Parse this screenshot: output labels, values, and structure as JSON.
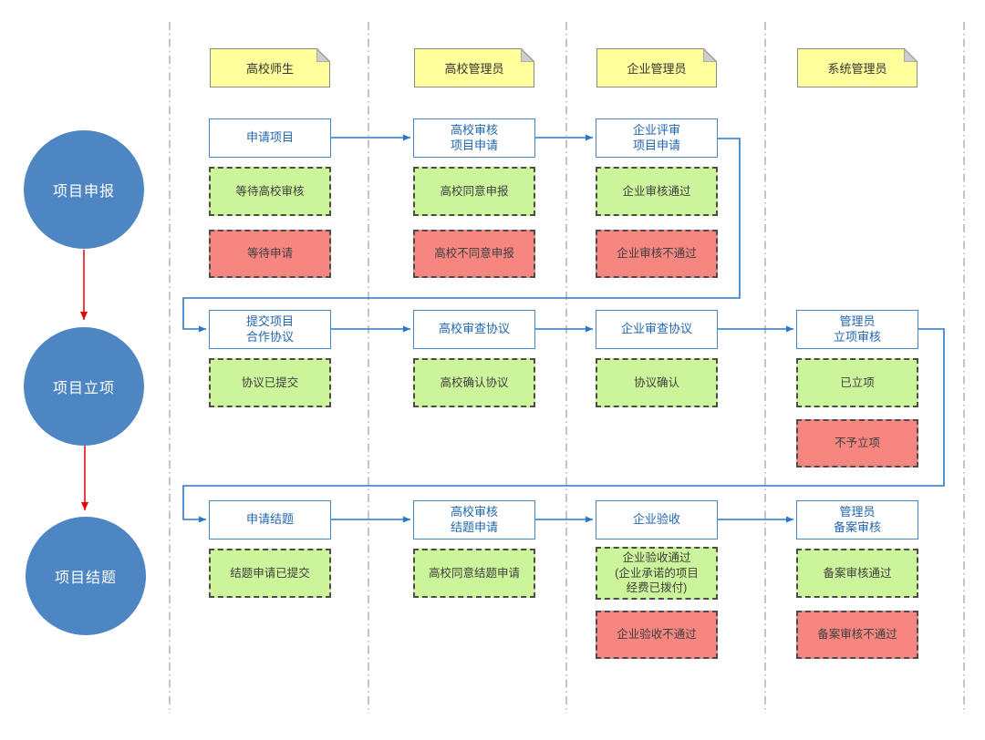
{
  "diagram": {
    "stages": [
      {
        "id": "stage-project-declaration",
        "label": "项目申报"
      },
      {
        "id": "stage-project-approval",
        "label": "项目立项"
      },
      {
        "id": "stage-project-closure",
        "label": "项目结题"
      }
    ],
    "lanes": [
      {
        "id": "lane-university-users",
        "header": "高校师生"
      },
      {
        "id": "lane-university-admin",
        "header": "高校管理员"
      },
      {
        "id": "lane-enterprise-admin",
        "header": "企业管理员"
      },
      {
        "id": "lane-system-admin",
        "header": "系统管理员"
      }
    ],
    "nodes": [
      {
        "id": "apply-project",
        "lane": 0,
        "row": 1,
        "kind": "process",
        "label": "申请项目"
      },
      {
        "id": "university-review-application",
        "lane": 1,
        "row": 1,
        "kind": "process",
        "label": "高校审核\n项目申请"
      },
      {
        "id": "enterprise-review-application",
        "lane": 2,
        "row": 1,
        "kind": "process",
        "label": "企业评审\n项目申请"
      },
      {
        "id": "waiting-university-review",
        "lane": 0,
        "row": 1,
        "kind": "green",
        "label": "等待高校审核"
      },
      {
        "id": "university-agree-declare",
        "lane": 1,
        "row": 1,
        "kind": "green",
        "label": "高校同意申报"
      },
      {
        "id": "enterprise-review-passed",
        "lane": 2,
        "row": 1,
        "kind": "green",
        "label": "企业审核通过"
      },
      {
        "id": "waiting-apply",
        "lane": 0,
        "row": 1,
        "kind": "red",
        "label": "等待申请"
      },
      {
        "id": "university-disagree-declare",
        "lane": 1,
        "row": 1,
        "kind": "red",
        "label": "高校不同意申报"
      },
      {
        "id": "enterprise-review-failed",
        "lane": 2,
        "row": 1,
        "kind": "red",
        "label": "企业审核不通过"
      },
      {
        "id": "submit-cooperation-agreement",
        "lane": 0,
        "row": 2,
        "kind": "process",
        "label": "提交项目\n合作协议"
      },
      {
        "id": "university-review-agreement",
        "lane": 1,
        "row": 2,
        "kind": "process",
        "label": "高校审查协议"
      },
      {
        "id": "enterprise-review-agreement",
        "lane": 2,
        "row": 2,
        "kind": "process",
        "label": "企业审查协议"
      },
      {
        "id": "admin-approval-review",
        "lane": 3,
        "row": 2,
        "kind": "process",
        "label": "管理员\n立项审核"
      },
      {
        "id": "agreement-submitted",
        "lane": 0,
        "row": 2,
        "kind": "green",
        "label": "协议已提交"
      },
      {
        "id": "university-confirm-agreement",
        "lane": 1,
        "row": 2,
        "kind": "green",
        "label": "高校确认协议"
      },
      {
        "id": "agreement-confirmed",
        "lane": 2,
        "row": 2,
        "kind": "green",
        "label": "协议确认"
      },
      {
        "id": "project-approved",
        "lane": 3,
        "row": 2,
        "kind": "green",
        "label": "已立项"
      },
      {
        "id": "project-not-approved",
        "lane": 3,
        "row": 2,
        "kind": "red",
        "label": "不予立项"
      },
      {
        "id": "apply-closure",
        "lane": 0,
        "row": 3,
        "kind": "process",
        "label": "申请结题"
      },
      {
        "id": "university-review-closure",
        "lane": 1,
        "row": 3,
        "kind": "process",
        "label": "高校审核\n结题申请"
      },
      {
        "id": "enterprise-acceptance",
        "lane": 2,
        "row": 3,
        "kind": "process",
        "label": "企业验收"
      },
      {
        "id": "admin-record-review",
        "lane": 3,
        "row": 3,
        "kind": "process",
        "label": "管理员\n备案审核"
      },
      {
        "id": "closure-submitted",
        "lane": 0,
        "row": 3,
        "kind": "green",
        "label": "结题申请已提交"
      },
      {
        "id": "university-agree-closure",
        "lane": 1,
        "row": 3,
        "kind": "green",
        "label": "高校同意结题申请"
      },
      {
        "id": "enterprise-acceptance-passed",
        "lane": 2,
        "row": 3,
        "kind": "green",
        "label": "企业验收通过\n(企业承诺的项目\n经费已拨付)"
      },
      {
        "id": "record-review-passed",
        "lane": 3,
        "row": 3,
        "kind": "green",
        "label": "备案审核通过"
      },
      {
        "id": "enterprise-acceptance-failed",
        "lane": 2,
        "row": 3,
        "kind": "red",
        "label": "企业验收不通过"
      },
      {
        "id": "record-review-failed",
        "lane": 3,
        "row": 3,
        "kind": "red",
        "label": "备案审核不通过"
      }
    ],
    "colors": {
      "connector_blue": "#2878c8",
      "stage_arrow_red": "#e60000",
      "stage_circle_blue": "#4d86c3",
      "process_border_blue": "#4a89c8",
      "process_text_blue": "#2166ad",
      "status_green": "#ccf49b",
      "status_red": "#f6867f",
      "status_border": "#4c4c4c",
      "note_yellow": "#ffff9c",
      "lane_divider_gray": "#a6a6a6"
    }
  }
}
